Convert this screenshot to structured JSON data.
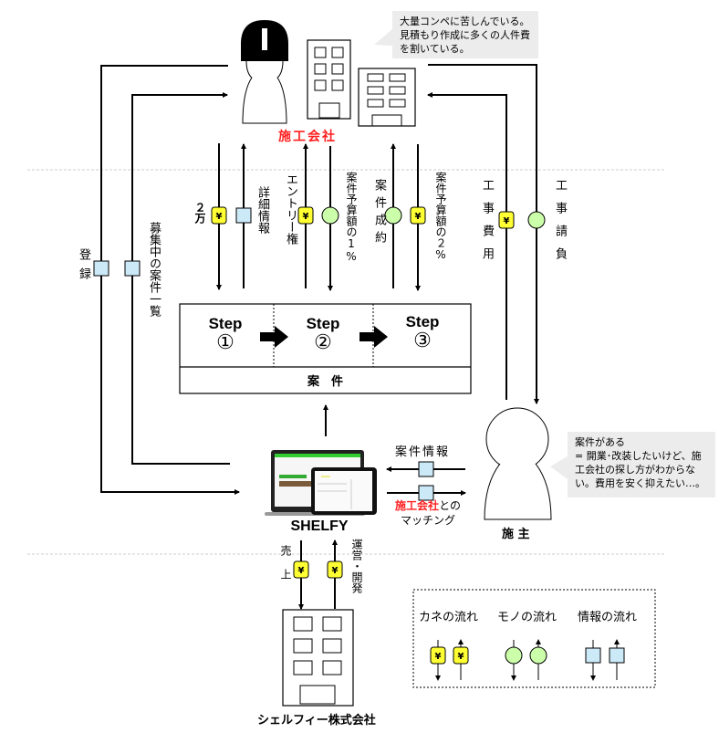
{
  "colors": {
    "money": "#ffff33",
    "goods": "#ccffaa",
    "info": "#cce9f7",
    "accent_red": "#ff2020",
    "bubble_bg": "#ececec",
    "dashed_separator": "#cccccc"
  },
  "contractor": {
    "label": "施工会社",
    "bubble": "大量コンペに苦しんでいる。見積もり作成に多くの人件費を割いている。",
    "icons": [
      "worker-helmet-icon",
      "building-icon",
      "building-icon"
    ]
  },
  "owner": {
    "label": "施 主",
    "bubble_line1": "案件がある",
    "bubble_rest": "= 開業･改装したいけど、施工会社の探し方がわからない。費用を安く抑えたい…。",
    "icon": "person-icon"
  },
  "shelfy": {
    "label": "SHELFY",
    "icon": "devices-screenshot-icon"
  },
  "company": {
    "label": "シェルフィー株式会社",
    "icon": "building-icon"
  },
  "project_box": {
    "steps": [
      {
        "label": "Step",
        "num": "①"
      },
      {
        "label": "Step",
        "num": "②"
      },
      {
        "label": "Step",
        "num": "③"
      }
    ],
    "footer": "案　件"
  },
  "flows": {
    "register": {
      "label": "登録",
      "type": "info"
    },
    "recruiting_list": {
      "label": "募集中の案件一覧",
      "type": "info"
    },
    "fee_20k": {
      "label": "２万",
      "type": "money"
    },
    "details": {
      "label": "詳細情報",
      "type": "info"
    },
    "entry_right": {
      "label": "エントリー権",
      "type": "money"
    },
    "budget_1pct": {
      "label": "案件予算額の1%",
      "type": "goods"
    },
    "deal_closed": {
      "label": "案件成約",
      "type": "goods"
    },
    "budget_2pct": {
      "label": "案件予算額の２%",
      "type": "money"
    },
    "construction_cost": {
      "label": "工事費用",
      "type": "money"
    },
    "construction_contract": {
      "label": "工事請負",
      "type": "goods"
    },
    "project_info": {
      "label": "案件情報",
      "type": "info"
    },
    "matching_red": "施工会社",
    "matching_rest": "との",
    "matching_line2": "マッチング",
    "sales": {
      "label": "売上",
      "type": "money"
    },
    "operation_dev": {
      "label": "運営・開発",
      "type": "money"
    }
  },
  "legend": {
    "money": "カネの流れ",
    "goods": "モノの流れ",
    "info": "情報の流れ",
    "yen_symbol": "¥"
  }
}
